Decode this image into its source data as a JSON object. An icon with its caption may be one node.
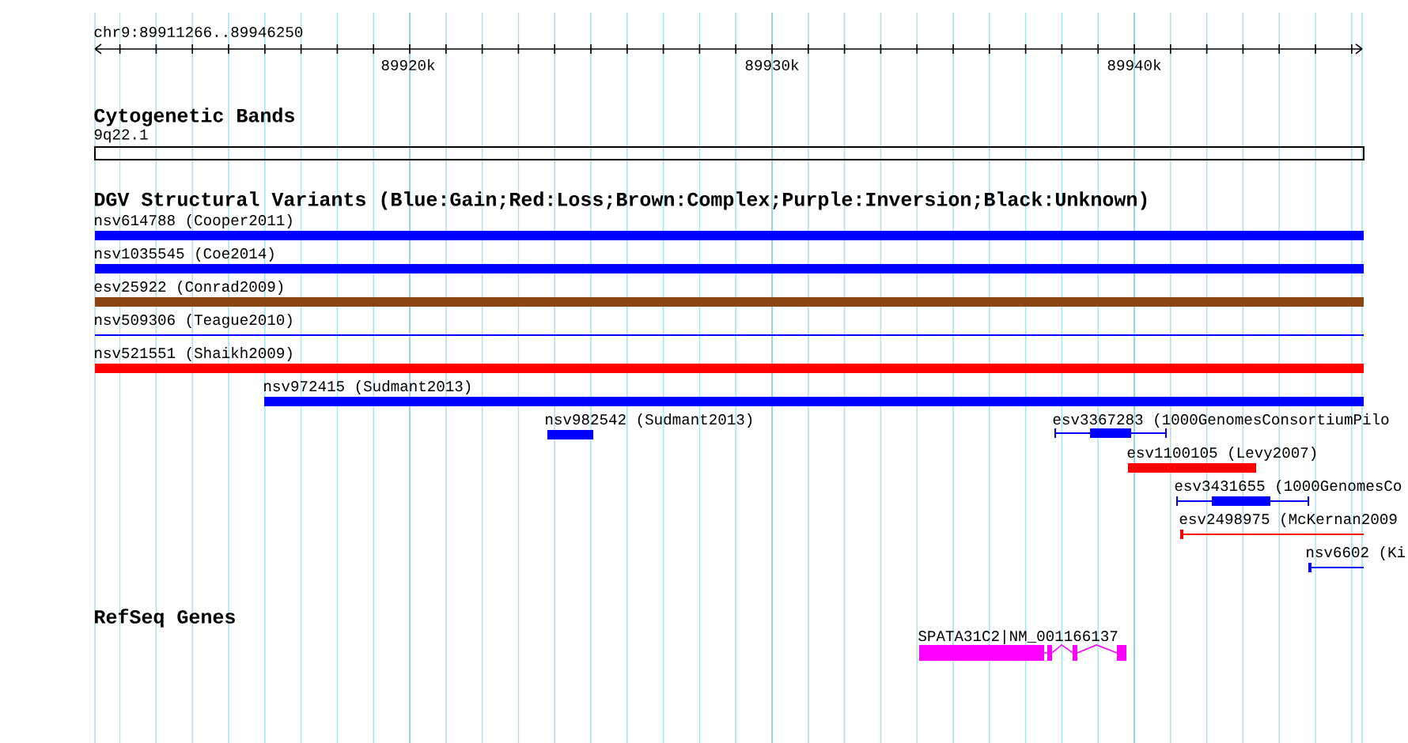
{
  "diagram": {
    "labels": [
      "chr9:89911266..89946250",
      "89920k",
      "89930k",
      "89940k",
      "Cytogenetic Bands",
      "9q22.1",
      "DGV Structural Variants (Blue:Gain;Red:Loss;Brown:Complex;Purple:Inversion;Black:Unknown)",
      "nsv614788 (Cooper2011)",
      "nsv1035545 (Coe2014)",
      "esv25922 (Conrad2009)",
      "nsv509306 (Teague2010)",
      "nsv521551 (Shaikh2009)",
      "nsv972415 (Sudmant2013)",
      "nsv982542 (Sudmant2013)",
      "esv3367283 (1000GenomesConsortiumPilo",
      "esv1100105 (Levy2007)",
      "esv3431655 (1000GenomesCo",
      "esv2498975 (McKernan2009",
      "nsv6602 (Ki",
      "RefSeq Genes",
      "SPATA31C2|NM_001166137"
    ]
  }
}
